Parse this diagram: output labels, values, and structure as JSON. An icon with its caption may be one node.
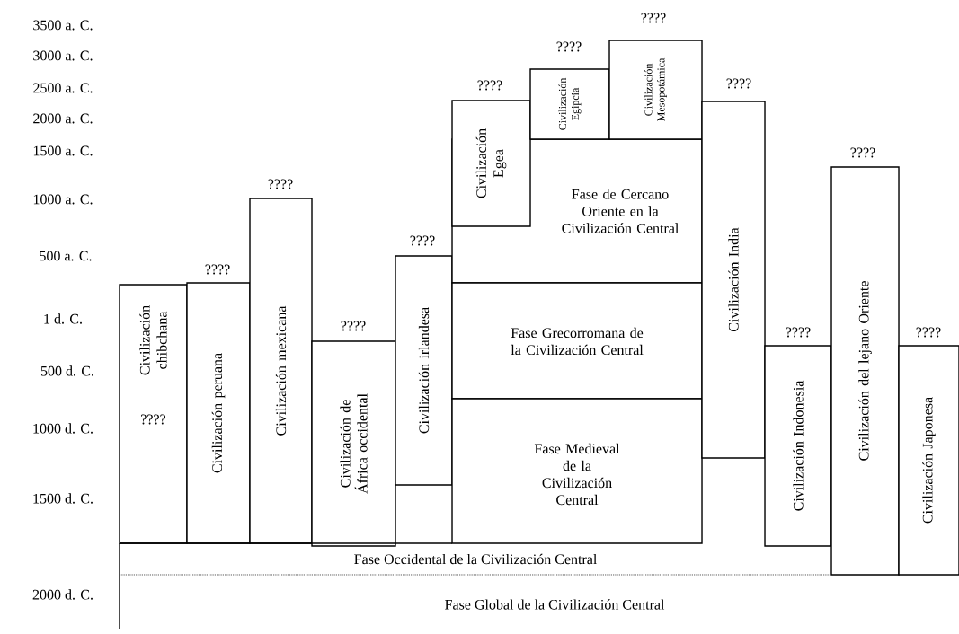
{
  "diagram": {
    "nodes": [
      {
        "text": [
          "Civilización chibchana",
          "????"
        ]
      },
      {
        "text": [
          "Civilización peruana"
        ],
        "beside": [
          "????"
        ]
      },
      {
        "text": [
          "Civilización mexicana"
        ],
        "beside": [
          "????"
        ]
      },
      {
        "text": [
          "Civilización de África occidental"
        ],
        "beside": [
          "????"
        ]
      },
      {
        "text": [
          "Civilización irlandesa"
        ],
        "beside": [
          "????"
        ]
      },
      {
        "text": [
          "Fase de Cercano Oriente en la Civilización Central"
        ]
      },
      {
        "text": [
          "Civilización Egea"
        ],
        "beside": [
          "????"
        ]
      },
      {
        "text": [
          "Civilización Egipcia"
        ],
        "beside": [
          "????"
        ]
      },
      {
        "text": [
          "Civilización Mesopotámica"
        ],
        "beside": [
          "????"
        ]
      },
      {
        "text": [
          "Fase Grecorromana de la Civilización Central"
        ]
      },
      {
        "text": [
          "Fase Medieval de la Civilización Central"
        ]
      },
      {
        "text": [
          "Civilización India"
        ],
        "beside": [
          "????"
        ]
      },
      {
        "text": [
          "Civilización Indonesia"
        ],
        "beside": [
          "????"
        ]
      },
      {
        "text": [
          "Civilización del lejano Oriente"
        ],
        "beside": [
          "????"
        ]
      },
      {
        "text": [
          "Civilización Japonesa"
        ],
        "beside": [
          "????"
        ]
      },
      {
        "text": [
          "Fase Occidental de la Civilización Central"
        ]
      },
      {
        "text": [
          "Fase Global de la Civilización Central"
        ]
      }
    ],
    "labels": [
      "3500 a. C.",
      "3000 a. C.",
      "2500 a. C.",
      "2000 a. C.",
      "1500 a. C.",
      "1000 a. C.",
      "500 a. C.",
      "1 d. C.",
      "500 d. C.",
      "1000 d. C.",
      "1500 d. C.",
      "2000 d. C."
    ]
  }
}
